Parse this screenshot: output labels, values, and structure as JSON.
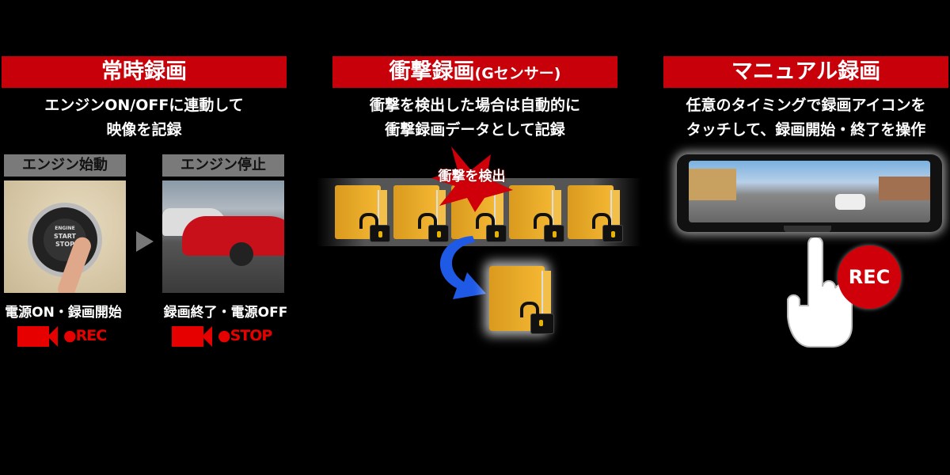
{
  "panels": [
    {
      "title": "常時録画",
      "desc": [
        "エンジンON/OFFに連動して",
        "映像を記録"
      ],
      "start_label": "エンジン始動",
      "stop_label": "エンジン停止",
      "button_text": [
        "ENGINE",
        "START",
        "STOP"
      ],
      "start_caption": "電源ON・録画開始",
      "stop_caption": "録画終了・電源OFF",
      "rec_label": "●REC",
      "stop_rec_label": "●STOP"
    },
    {
      "title": "衝撃録画",
      "title_suffix": "(Gセンサー)",
      "desc": [
        "衝撃を検出した場合は自動的に",
        "衝撃録画データとして記録"
      ],
      "burst": "衝撃を検出"
    },
    {
      "title": "マニュアル録画",
      "desc": [
        "任意のタイミングで録画アイコンを",
        "タッチして、録画開始・終了を操作"
      ],
      "rec_button": "REC"
    }
  ],
  "colors": {
    "accent": "#c8000a",
    "rec": "#e60000",
    "arrow": "#1e5ae6",
    "folder": "#f0b030"
  }
}
